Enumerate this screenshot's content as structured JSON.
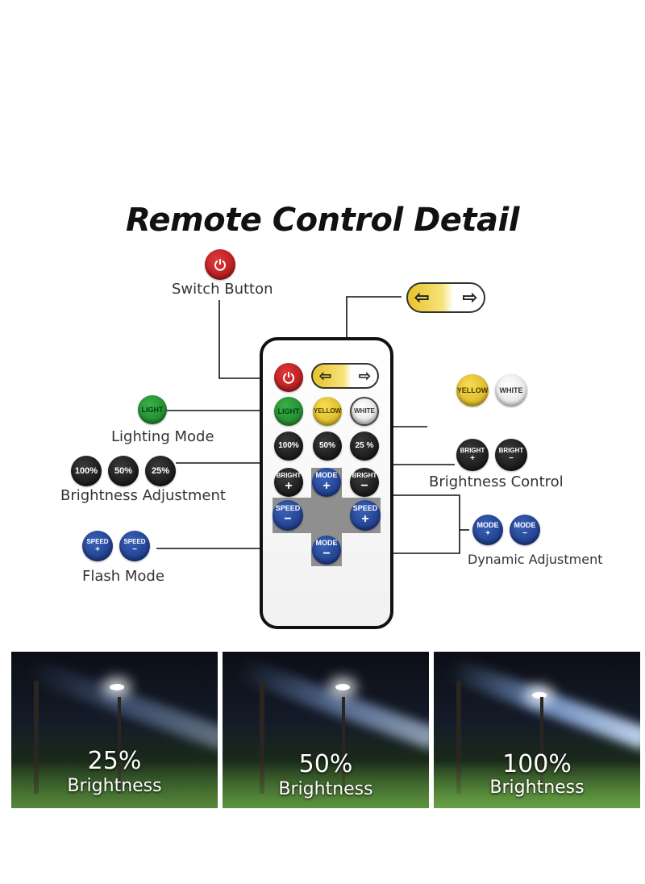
{
  "title": "Remote Control Detail",
  "labels": {
    "switch": "Switch Button",
    "lighting": "Lighting Mode",
    "brightness_adj": "Brightness Adjustment",
    "brightness_ctrl": "Brightness Control",
    "flash": "Flash Mode",
    "dynamic": "Dynamic Adjustment"
  },
  "buttons": {
    "light": "LIGHT",
    "yellow": "YELLOW",
    "white": "WHITE",
    "p100": "100%",
    "p50": "50%",
    "p25": "25%",
    "p25_remote": "25 %",
    "bright": "BRIGHT",
    "mode": "MODE",
    "speed": "SPEED",
    "plus": "+",
    "minus": "−"
  },
  "photos": [
    {
      "percent": "25%",
      "caption": "Brightness"
    },
    {
      "percent": "50%",
      "caption": "Brightness"
    },
    {
      "percent": "100%",
      "caption": "Brightness"
    }
  ],
  "colors": {
    "red": "#c11417",
    "green": "#1f9a2d",
    "yellow": "#e6c22a",
    "blue": "#1f3f96",
    "black": "#111111"
  }
}
